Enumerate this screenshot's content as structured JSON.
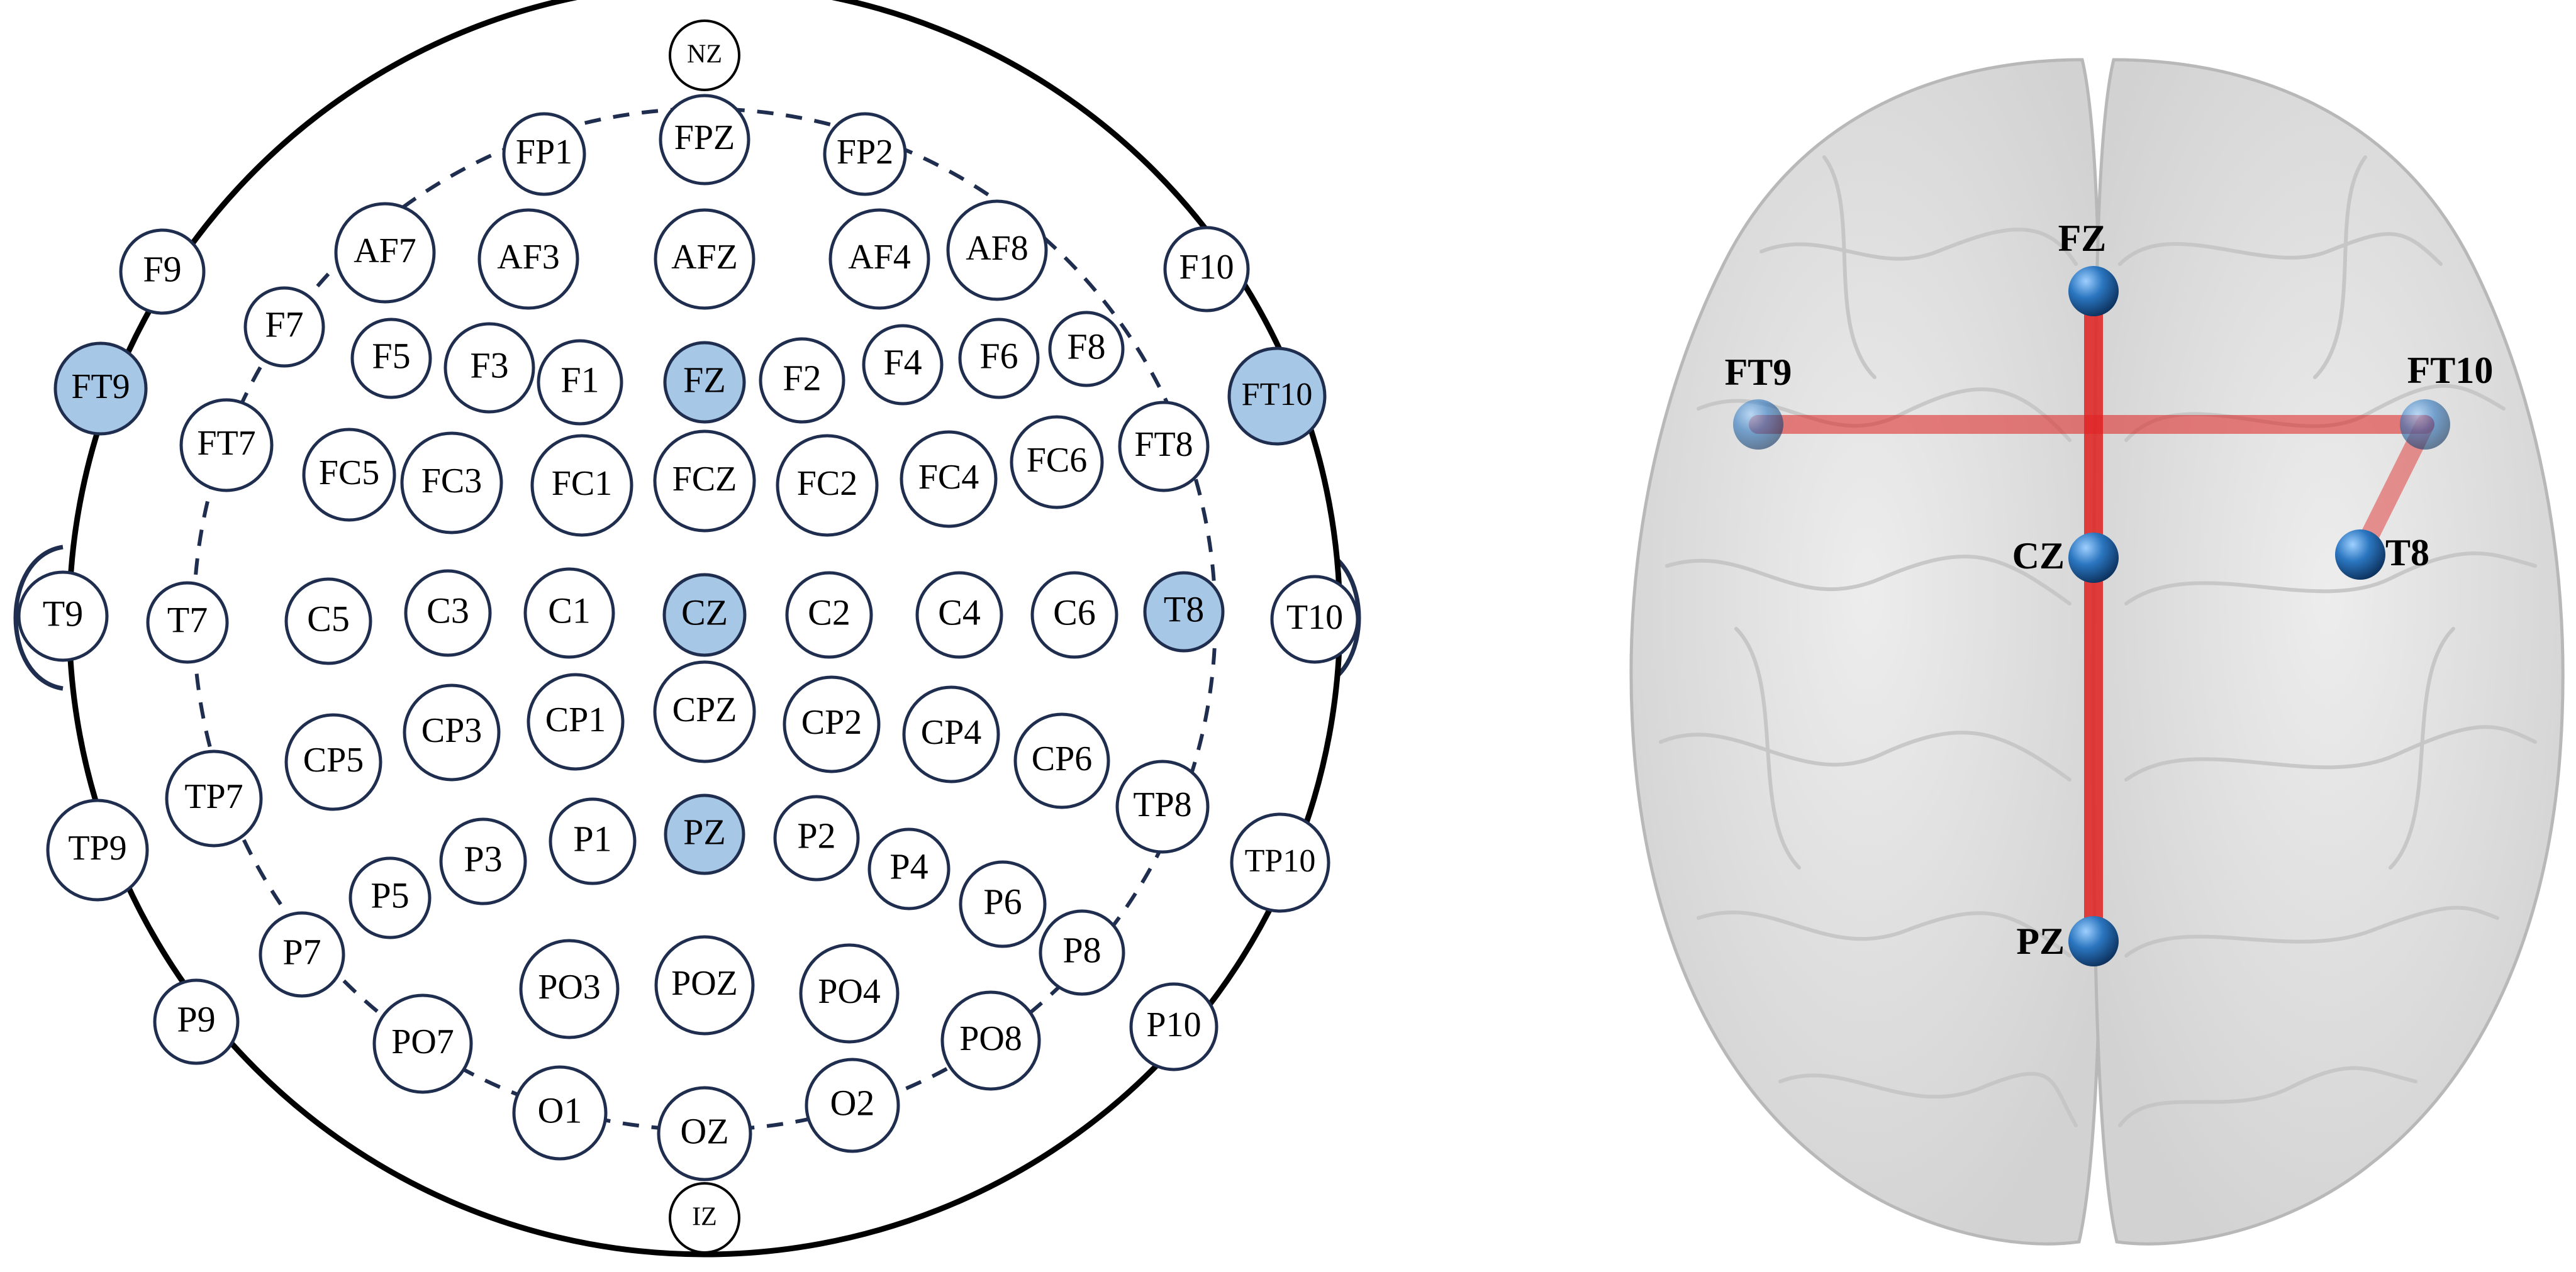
{
  "eeg_map": {
    "reference": {
      "top": "NZ",
      "bottom": "IZ"
    },
    "electrodes": [
      {
        "id": "FP1",
        "highlighted": false
      },
      {
        "id": "FPZ",
        "highlighted": false
      },
      {
        "id": "FP2",
        "highlighted": false
      },
      {
        "id": "F9",
        "highlighted": false
      },
      {
        "id": "AF7",
        "highlighted": false
      },
      {
        "id": "AF3",
        "highlighted": false
      },
      {
        "id": "AFZ",
        "highlighted": false
      },
      {
        "id": "AF4",
        "highlighted": false
      },
      {
        "id": "AF8",
        "highlighted": false
      },
      {
        "id": "F10",
        "highlighted": false
      },
      {
        "id": "F7",
        "highlighted": false
      },
      {
        "id": "F5",
        "highlighted": false
      },
      {
        "id": "F3",
        "highlighted": false
      },
      {
        "id": "F1",
        "highlighted": false
      },
      {
        "id": "FZ",
        "highlighted": true
      },
      {
        "id": "F2",
        "highlighted": false
      },
      {
        "id": "F4",
        "highlighted": false
      },
      {
        "id": "F6",
        "highlighted": false
      },
      {
        "id": "F8",
        "highlighted": false
      },
      {
        "id": "FT9",
        "highlighted": true
      },
      {
        "id": "FT10",
        "highlighted": true
      },
      {
        "id": "FT7",
        "highlighted": false
      },
      {
        "id": "FC5",
        "highlighted": false
      },
      {
        "id": "FC3",
        "highlighted": false
      },
      {
        "id": "FC1",
        "highlighted": false
      },
      {
        "id": "FCZ",
        "highlighted": false
      },
      {
        "id": "FC2",
        "highlighted": false
      },
      {
        "id": "FC4",
        "highlighted": false
      },
      {
        "id": "FC6",
        "highlighted": false
      },
      {
        "id": "FT8",
        "highlighted": false
      },
      {
        "id": "T9",
        "highlighted": false
      },
      {
        "id": "T7",
        "highlighted": false
      },
      {
        "id": "C5",
        "highlighted": false
      },
      {
        "id": "C3",
        "highlighted": false
      },
      {
        "id": "C1",
        "highlighted": false
      },
      {
        "id": "CZ",
        "highlighted": true
      },
      {
        "id": "C2",
        "highlighted": false
      },
      {
        "id": "C4",
        "highlighted": false
      },
      {
        "id": "C6",
        "highlighted": false
      },
      {
        "id": "T8",
        "highlighted": true
      },
      {
        "id": "T10",
        "highlighted": false
      },
      {
        "id": "CP5",
        "highlighted": false
      },
      {
        "id": "CP3",
        "highlighted": false
      },
      {
        "id": "CP1",
        "highlighted": false
      },
      {
        "id": "CPZ",
        "highlighted": false
      },
      {
        "id": "CP2",
        "highlighted": false
      },
      {
        "id": "CP4",
        "highlighted": false
      },
      {
        "id": "CP6",
        "highlighted": false
      },
      {
        "id": "TP7",
        "highlighted": false
      },
      {
        "id": "TP8",
        "highlighted": false
      },
      {
        "id": "TP9",
        "highlighted": false
      },
      {
        "id": "TP10",
        "highlighted": false
      },
      {
        "id": "P5",
        "highlighted": false
      },
      {
        "id": "P3",
        "highlighted": false
      },
      {
        "id": "P1",
        "highlighted": false
      },
      {
        "id": "PZ",
        "highlighted": true
      },
      {
        "id": "P2",
        "highlighted": false
      },
      {
        "id": "P4",
        "highlighted": false
      },
      {
        "id": "P6",
        "highlighted": false
      },
      {
        "id": "P7",
        "highlighted": false
      },
      {
        "id": "P8",
        "highlighted": false
      },
      {
        "id": "P9",
        "highlighted": false
      },
      {
        "id": "P10",
        "highlighted": false
      },
      {
        "id": "PO3",
        "highlighted": false
      },
      {
        "id": "POZ",
        "highlighted": false
      },
      {
        "id": "PO4",
        "highlighted": false
      },
      {
        "id": "PO7",
        "highlighted": false
      },
      {
        "id": "PO8",
        "highlighted": false
      },
      {
        "id": "O1",
        "highlighted": false
      },
      {
        "id": "OZ",
        "highlighted": false
      },
      {
        "id": "O2",
        "highlighted": false
      }
    ]
  },
  "brain_network": {
    "nodes": [
      "FZ",
      "FT9",
      "FT10",
      "CZ",
      "T8",
      "PZ"
    ],
    "edges": [
      [
        "FZ",
        "CZ"
      ],
      [
        "CZ",
        "PZ"
      ],
      [
        "FT9",
        "FT10"
      ],
      [
        "FT10",
        "T8"
      ]
    ]
  },
  "colors": {
    "highlight_fill": "#a7c7e7",
    "electrode_outline": "#1f2d4e",
    "head_outline": "#000000",
    "dashed_ring": "#1f2d4e",
    "edge_red": "#e02020",
    "node_blue": "#1f64a8",
    "brain_fill": "#e6e6e6"
  }
}
